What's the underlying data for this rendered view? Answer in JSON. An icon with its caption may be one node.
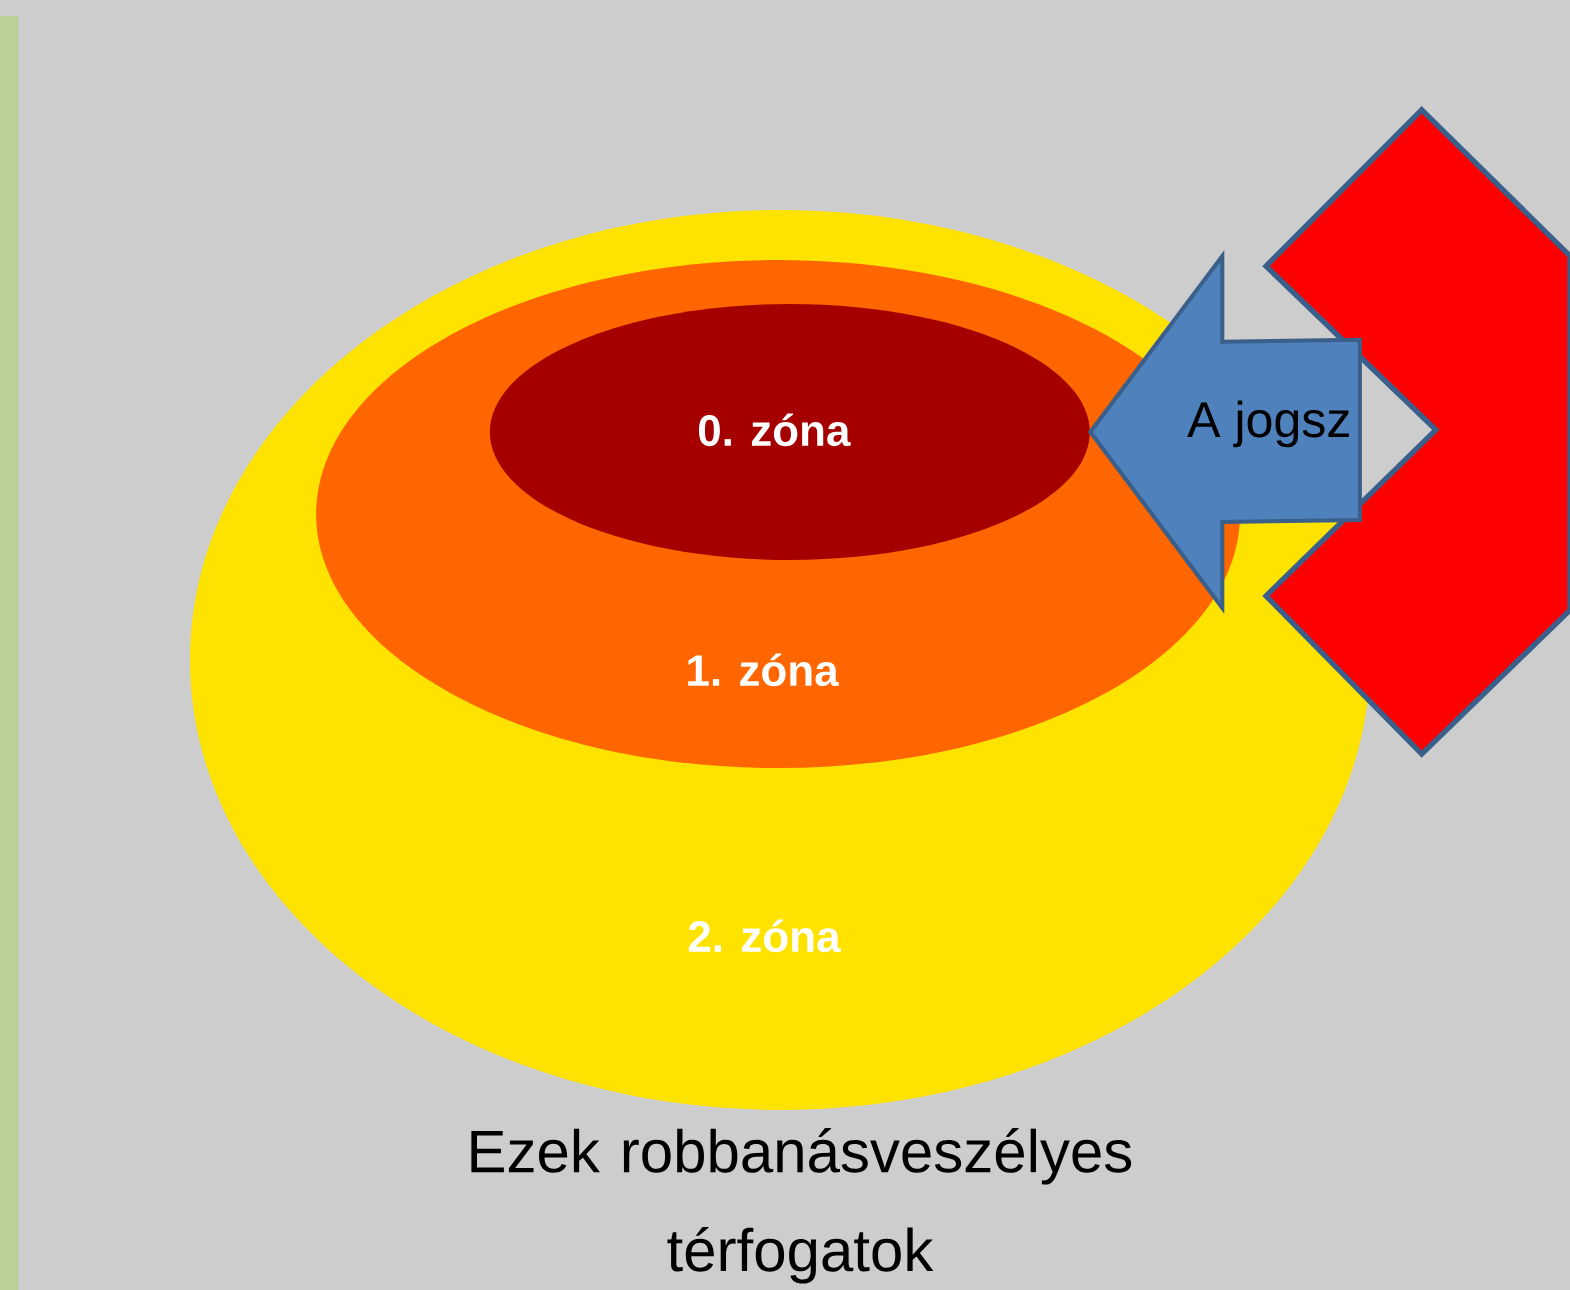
{
  "diagram": {
    "caption": "Ezek robbanásveszélyes térfogatok",
    "nodes": [
      {
        "text": [
          "2. zóna"
        ]
      },
      {
        "text": [
          "1. zóna"
        ],
        "in": 0
      },
      {
        "text": [
          "0. zóna"
        ],
        "in": 1
      },
      {
        "text": [],
        "shape": "chevron"
      }
    ],
    "edges": [
      {
        "from": 3,
        "to": 2,
        "arrow": "to",
        "label": "A jogsz",
        "style": "thick",
        "color": "#4f81bd"
      }
    ]
  }
}
